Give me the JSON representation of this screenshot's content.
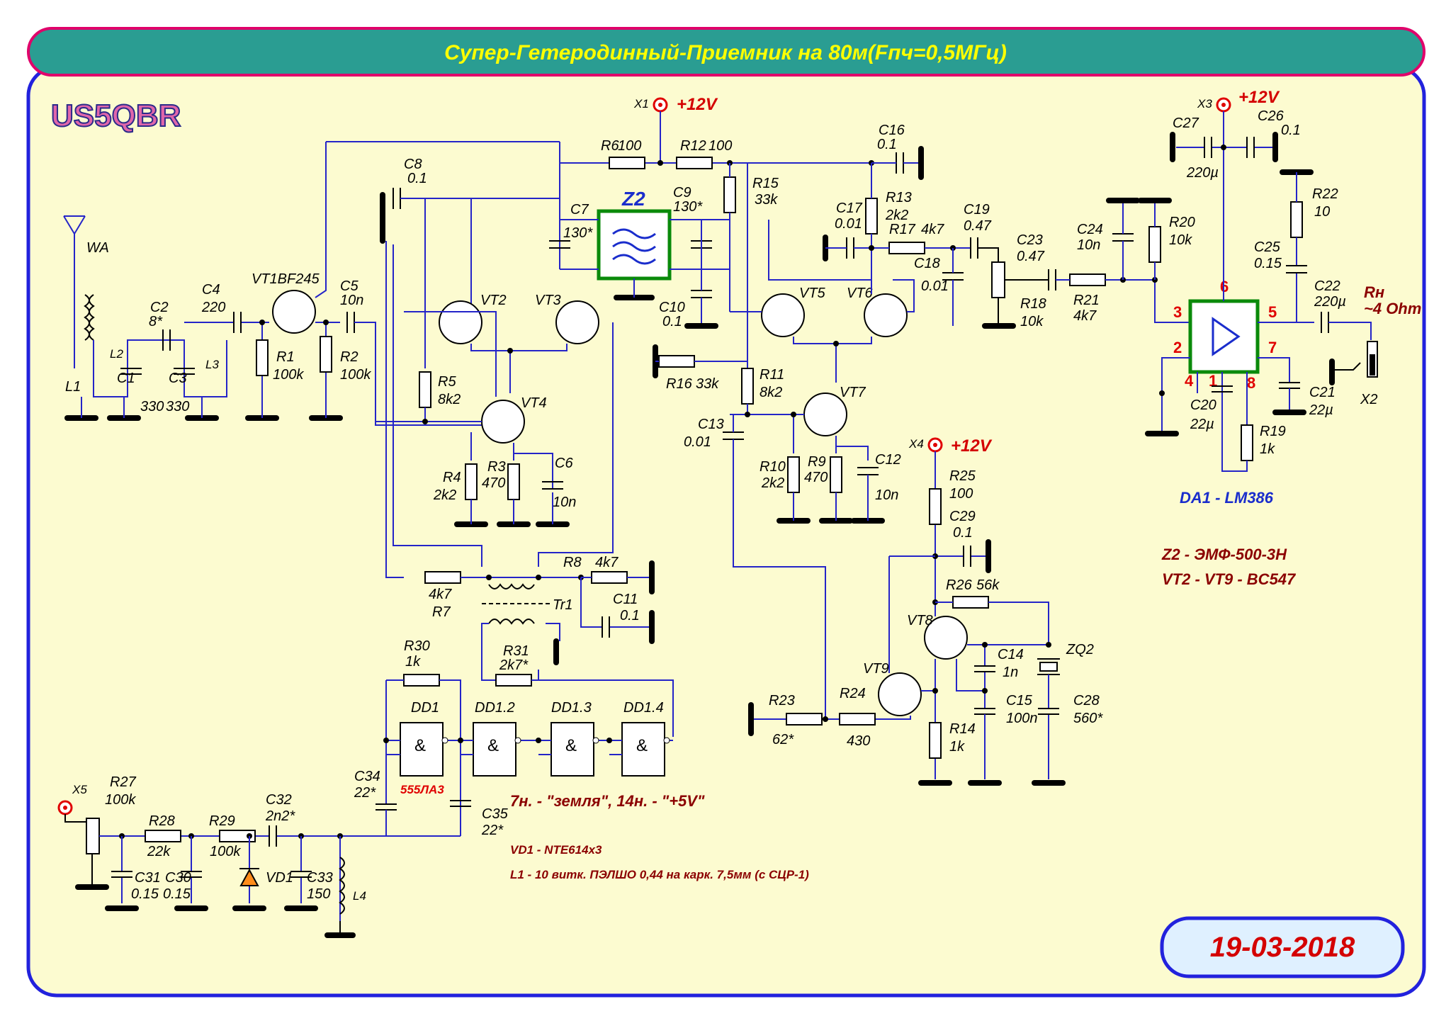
{
  "title": "Супер-Гетеродинный-Приемник на 80м(Fпч=0,5МГц)",
  "author": "US5QBR",
  "date": "19-03-2018",
  "power": {
    "x1": "X1",
    "x3": "X3",
    "x4": "X4",
    "x5": "X5",
    "v": "+12V"
  },
  "antenna": "WA",
  "load": {
    "name": "Rн",
    "value": "~4 Ohm",
    "conn": "X2"
  },
  "filter": "Z2",
  "ic_name": "DA1 - LM386",
  "logic": {
    "dd1": "DD1",
    "dd12": "DD1.2",
    "dd13": "DD1.3",
    "dd14": "DD1.4",
    "chip": "555ЛА3",
    "gate": "&"
  },
  "notes": {
    "supply": "7н. - \"земля\", 14н. - \"+5V\"",
    "vd1": "VD1 - NTE614x3",
    "l1": "L1 - 10 витк. ПЭЛШО 0,44 на карк. 7,5мм (с СЦР-1)",
    "z2": "Z2 - ЭМФ-500-3Н",
    "vt": "VT2 - VT9 - BC547"
  },
  "lm386_pins": [
    "1",
    "2",
    "3",
    "4",
    "5",
    "6",
    "7",
    "8"
  ],
  "labels": {
    "L1": "L1",
    "L2": "L2",
    "L3": "L3",
    "L4": "L4",
    "Tr1": "Tr1",
    "ZQ2": "ZQ2",
    "VD1": "VD1",
    "C1": "C1",
    "C1v": "330",
    "C2": "C2",
    "C2v": "8*",
    "C3": "C3",
    "C3v": "330",
    "C4": "C4",
    "C4v": "220",
    "C5": "C5",
    "C5v": "10n",
    "C6": "C6",
    "C6v": "10n",
    "C7": "C7",
    "C7v": "130*",
    "C8": "C8",
    "C8v": "0.1",
    "C9": "C9",
    "C9v": "130*",
    "C10": "C10",
    "C10v": "0.1",
    "C11": "C11",
    "C11v": "0.1",
    "C12": "C12",
    "C12v": "10n",
    "C13": "C13",
    "C13v": "0.01",
    "C14": "C14",
    "C14v": "1n",
    "C15": "C15",
    "C15v": "100n",
    "C16": "C16",
    "C16v": "0.1",
    "C17": "C17",
    "C17v": "0.01",
    "C18": "C18",
    "C18v": "0.01",
    "C19": "C19",
    "C19v": "0.47",
    "C20": "C20",
    "C20v": "22µ",
    "C21": "C21",
    "C21v": "22µ",
    "C22": "C22",
    "C22v": "220µ",
    "C23": "C23",
    "C23v": "0.47",
    "C24": "C24",
    "C24v": "10n",
    "C25": "C25",
    "C25v": "0.15",
    "C26": "C26",
    "C26v": "0.1",
    "C27": "C27",
    "C27v": "220µ",
    "C28": "C28",
    "C28v": "560*",
    "C29": "C29",
    "C29v": "0.1",
    "C30": "C30",
    "C30v": "0.15",
    "C31": "C31",
    "C31v": "0.15",
    "C32": "C32",
    "C32v": "2n2*",
    "C33": "C33",
    "C33v": "150",
    "C34": "C34",
    "C34v": "22*",
    "C35": "C35",
    "C35v": "22*",
    "R1": "R1",
    "R1v": "100k",
    "R2": "R2",
    "R2v": "100k",
    "R3": "R3",
    "R3v": "470",
    "R4": "R4",
    "R4v": "2k2",
    "R5": "R5",
    "R5v": "8k2",
    "R6": "R6",
    "R6v": "100",
    "R7": "R7",
    "R7v": "4k7",
    "R8": "R8",
    "R8v": "4k7",
    "R9": "R9",
    "R9v": "470",
    "R10": "R10",
    "R10v": "2k2",
    "R11": "R11",
    "R11v": "8k2",
    "R12": "R12",
    "R12v": "100",
    "R13": "R13",
    "R13v": "2k2",
    "R14": "R14",
    "R14v": "1k",
    "R15": "R15",
    "R15v": "33k",
    "R16": "R16",
    "R16v": "33k",
    "R17": "R17",
    "R17v": "4k7",
    "R18": "R18",
    "R18v": "10k",
    "R19": "R19",
    "R19v": "1k",
    "R20": "R20",
    "R20v": "10k",
    "R21": "R21",
    "R21v": "4k7",
    "R22": "R22",
    "R22v": "10",
    "R23": "R23",
    "R23v": "62*",
    "R24": "R24",
    "R24v": "430",
    "R25": "R25",
    "R25v": "100",
    "R26": "R26",
    "R26v": "56k",
    "R27": "R27",
    "R27v": "100k",
    "R28": "R28",
    "R28v": "22k",
    "R29": "R29",
    "R29v": "100k",
    "R30": "R30",
    "R30v": "1k",
    "R31": "R31",
    "R31v": "2k7*",
    "VT1": "VT1BF245",
    "VT2": "VT2",
    "VT3": "VT3",
    "VT4": "VT4",
    "VT5": "VT5",
    "VT6": "VT6",
    "VT7": "VT7",
    "VT8": "VT8",
    "VT9": "VT9"
  },
  "colors": {
    "banner": "#2a9d92",
    "banner_border": "#e0006a",
    "panel_bg": "#fcfbd0",
    "panel_border": "#2222dd",
    "title": "#ffff00",
    "green": "#0a8a0a"
  }
}
